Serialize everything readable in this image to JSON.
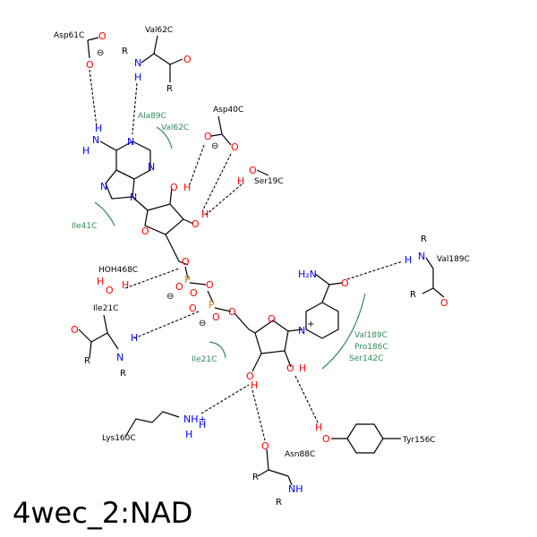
{
  "title": "4wec_2:NAD",
  "residues": {
    "asp61c": "Asp61C",
    "val62c_top": "Val62C",
    "asp40c": "Asp40C",
    "ser19c": "Ser19C",
    "val189c_top": "Val189C",
    "hoh468c": "HOH468C",
    "ile21c": "Ile21C",
    "lys160c": "Lys160C",
    "asn88c": "Asn88C",
    "tyr156c": "Tyr156C"
  },
  "hydrophobic": {
    "ala89c": "Ala89C",
    "val62c": "Val62C",
    "ile41c": "Ile41C",
    "ile21c": "Ile21C",
    "val189c": "Val189C",
    "pro186c": "Pro186C",
    "ser142c": "Ser142C"
  },
  "atoms": {
    "O": "O",
    "N": "N",
    "H": "H",
    "P": "P",
    "R": "R",
    "NH": "NH",
    "OH": "O·H",
    "H2N": "H₂N",
    "N_plus": "N+",
    "NH3_plus": "NH+",
    "minus": "⊖"
  }
}
